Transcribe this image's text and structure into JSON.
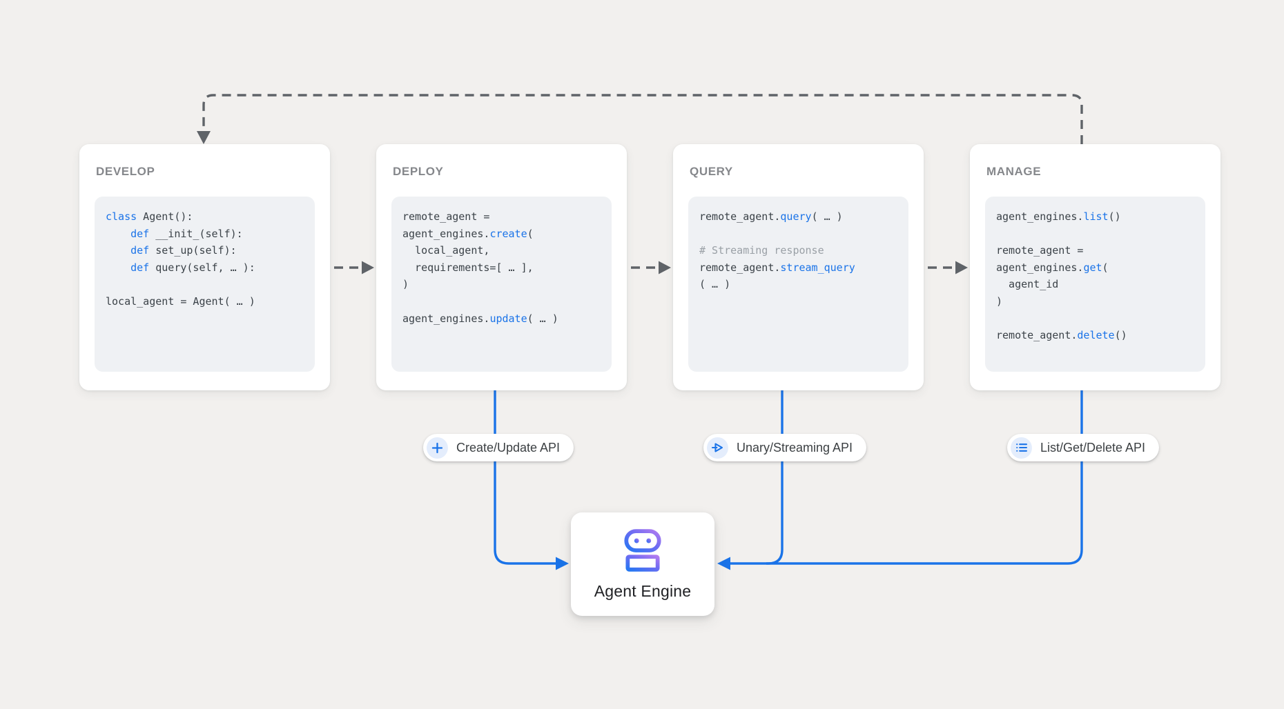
{
  "page": {
    "description": "Agent Engine lifecycle diagram"
  },
  "colors": {
    "bg": "#f2f0ee",
    "card_bg": "#ffffff",
    "code_bg": "#eff1f4",
    "accent": "#1a73e8",
    "code_text": "#3b4248",
    "comment": "#9aa0a6",
    "title_gray": "#85878b",
    "connector_gray": "#5f6368",
    "robot_gradient_blue": "#2477f2",
    "robot_gradient_purple": "#b07af0",
    "pill_icon_bg": "#e4edfc"
  },
  "cards": [
    {
      "title": "DEVELOP",
      "code": [
        [
          [
            "kw",
            "class"
          ],
          [
            "tx",
            " Agent():"
          ]
        ],
        [
          [
            "tx",
            "    "
          ],
          [
            "kw",
            "def"
          ],
          [
            "tx",
            " __init_(self):"
          ]
        ],
        [
          [
            "tx",
            "    "
          ],
          [
            "kw",
            "def"
          ],
          [
            "tx",
            " set_up(self):"
          ]
        ],
        [
          [
            "tx",
            "    "
          ],
          [
            "kw",
            "def"
          ],
          [
            "tx",
            " query(self, … ):"
          ]
        ],
        [],
        [
          [
            "tx",
            "local_agent = Agent( … )"
          ]
        ]
      ]
    },
    {
      "title": "DEPLOY",
      "code": [
        [
          [
            "tx",
            "remote_agent ="
          ]
        ],
        [
          [
            "tx",
            "agent_engines."
          ],
          [
            "kw",
            "create"
          ],
          [
            "tx",
            "("
          ]
        ],
        [
          [
            "tx",
            "  local_agent,"
          ]
        ],
        [
          [
            "tx",
            "  requirements=[ … ],"
          ]
        ],
        [
          [
            "tx",
            ")"
          ]
        ],
        [],
        [
          [
            "tx",
            "agent_engines."
          ],
          [
            "kw",
            "update"
          ],
          [
            "tx",
            "( … )"
          ]
        ]
      ]
    },
    {
      "title": "QUERY",
      "code": [
        [
          [
            "tx",
            "remote_agent."
          ],
          [
            "kw",
            "query"
          ],
          [
            "tx",
            "( … )"
          ]
        ],
        [],
        [
          [
            "cm",
            "# Streaming response"
          ]
        ],
        [
          [
            "tx",
            "remote_agent."
          ],
          [
            "kw",
            "stream_query"
          ]
        ],
        [
          [
            "tx",
            "( … )"
          ]
        ]
      ]
    },
    {
      "title": "MANAGE",
      "code": [
        [
          [
            "tx",
            "agent_engines."
          ],
          [
            "kw",
            "list"
          ],
          [
            "tx",
            "()"
          ]
        ],
        [],
        [
          [
            "tx",
            "remote_agent ="
          ]
        ],
        [
          [
            "tx",
            "agent_engines."
          ],
          [
            "kw",
            "get"
          ],
          [
            "tx",
            "("
          ]
        ],
        [
          [
            "tx",
            "  agent_id"
          ]
        ],
        [
          [
            "tx",
            ")"
          ]
        ],
        [],
        [
          [
            "tx",
            "remote_agent."
          ],
          [
            "kw",
            "delete"
          ],
          [
            "tx",
            "()"
          ]
        ]
      ]
    }
  ],
  "pills": [
    {
      "icon": "plus-icon",
      "label": "Create/Update API"
    },
    {
      "icon": "send-icon",
      "label": "Unary/Streaming API"
    },
    {
      "icon": "list-icon",
      "label": "List/Get/Delete API"
    }
  ],
  "engine": {
    "icon": "robot-icon",
    "label": "Agent Engine"
  }
}
